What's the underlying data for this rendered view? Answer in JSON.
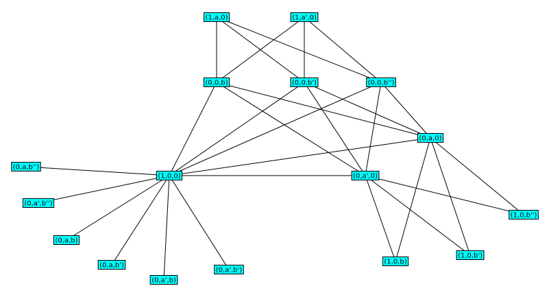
{
  "colors": {
    "node_fill": "#00ffff",
    "node_border": "#000000",
    "edge": "#000000",
    "background": "#ffffff"
  },
  "nodes": [
    {
      "id": "1a0",
      "label": "(1,a,0)"
    },
    {
      "id": "1ap0",
      "label": "(1,a',0)"
    },
    {
      "id": "00b",
      "label": "(0,0,b)"
    },
    {
      "id": "00bp",
      "label": "(0,0,b')"
    },
    {
      "id": "00bpp",
      "label": "(0,0,b'')"
    },
    {
      "id": "0a0",
      "label": "(0,a,0)"
    },
    {
      "id": "100",
      "label": "(1,0,0)"
    },
    {
      "id": "0ap0",
      "label": "(0,a',0)"
    },
    {
      "id": "0abpp",
      "label": "(0,a,b'')"
    },
    {
      "id": "0apbpp",
      "label": "(0,a',b'')"
    },
    {
      "id": "0ab",
      "label": "(0,a,b)"
    },
    {
      "id": "0abp",
      "label": "(0,a,b')"
    },
    {
      "id": "0apb",
      "label": "(0,a',b)"
    },
    {
      "id": "0apbp",
      "label": "(0,a',b')"
    },
    {
      "id": "10b",
      "label": "(1,0,b)"
    },
    {
      "id": "10bp",
      "label": "(1,0,b')"
    },
    {
      "id": "10bpp",
      "label": "(1,0,b'')"
    }
  ],
  "edges": [
    [
      "1a0",
      "00b"
    ],
    [
      "1a0",
      "00bp"
    ],
    [
      "1a0",
      "00bpp"
    ],
    [
      "1ap0",
      "00b"
    ],
    [
      "1ap0",
      "00bp"
    ],
    [
      "1ap0",
      "00bpp"
    ],
    [
      "00b",
      "100"
    ],
    [
      "00bp",
      "100"
    ],
    [
      "00bpp",
      "100"
    ],
    [
      "00b",
      "0a0"
    ],
    [
      "00bp",
      "0a0"
    ],
    [
      "00bpp",
      "0a0"
    ],
    [
      "00b",
      "0ap0"
    ],
    [
      "00bp",
      "0ap0"
    ],
    [
      "00bpp",
      "0ap0"
    ],
    [
      "100",
      "0a0"
    ],
    [
      "100",
      "0ap0"
    ],
    [
      "100",
      "0abpp"
    ],
    [
      "100",
      "0apbpp"
    ],
    [
      "100",
      "0ab"
    ],
    [
      "100",
      "0abp"
    ],
    [
      "100",
      "0apb"
    ],
    [
      "100",
      "0apbp"
    ],
    [
      "0a0",
      "10b"
    ],
    [
      "0a0",
      "10bp"
    ],
    [
      "0a0",
      "10bpp"
    ],
    [
      "0ap0",
      "10b"
    ],
    [
      "0ap0",
      "10bp"
    ],
    [
      "0ap0",
      "10bpp"
    ]
  ]
}
